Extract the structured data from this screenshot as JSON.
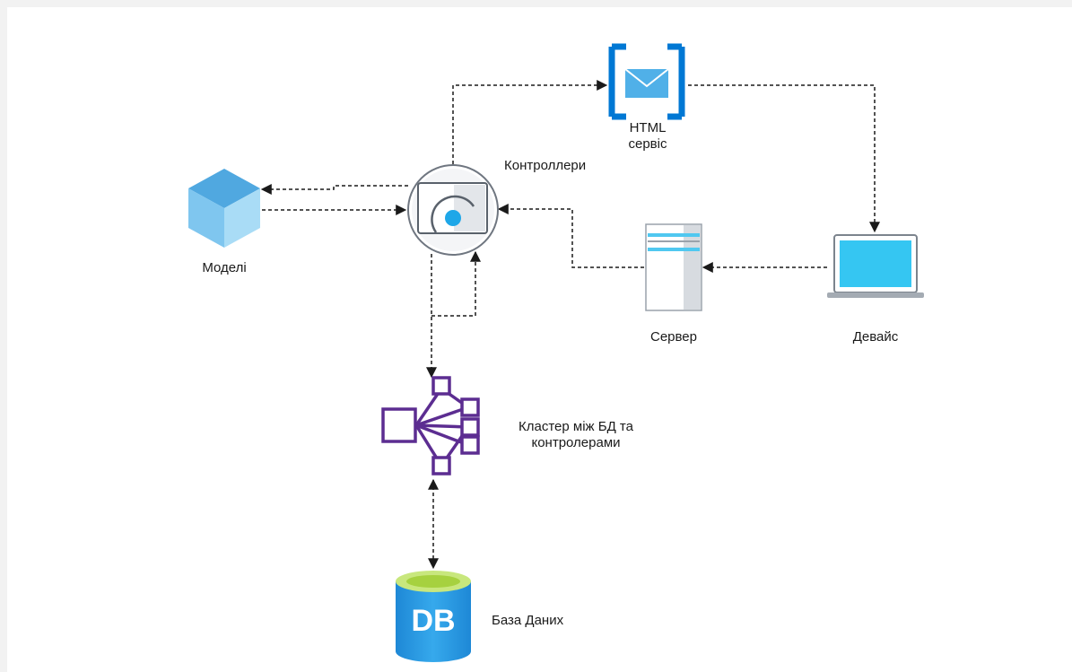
{
  "nodes": {
    "controllers": {
      "label": "Контроллери",
      "icon": "controller-icon"
    },
    "html_service": {
      "label_line1": "HTML",
      "label_line2": "сервіс",
      "icon": "mail-service-icon"
    },
    "models": {
      "label": "Моделі",
      "icon": "cube-icon"
    },
    "server": {
      "label": "Сервер",
      "icon": "server-icon"
    },
    "device": {
      "label": "Девайс",
      "icon": "laptop-icon"
    },
    "cluster": {
      "label_line1": "Кластер між БД та",
      "label_line2": "контролерами",
      "icon": "cluster-icon"
    },
    "database": {
      "label": "База Даних",
      "icon_text": "DB",
      "icon": "database-icon"
    }
  },
  "edges": [
    {
      "from": "controllers",
      "to": "html_service"
    },
    {
      "from": "html_service",
      "to": "device"
    },
    {
      "from": "device",
      "to": "server"
    },
    {
      "from": "server",
      "to": "controllers"
    },
    {
      "from": "controllers",
      "to": "models"
    },
    {
      "from": "models",
      "to": "controllers"
    },
    {
      "from": "controllers",
      "to": "cluster"
    },
    {
      "from": "cluster",
      "to": "controllers"
    },
    {
      "from": "cluster",
      "to": "database"
    },
    {
      "from": "database",
      "to": "cluster"
    }
  ],
  "colors": {
    "edge": "#1a1a1a",
    "azure_blue": "#0078d4",
    "light_blue": "#50c8f0",
    "cluster_purple": "#5c2d91",
    "db_green": "#a6d13f"
  }
}
